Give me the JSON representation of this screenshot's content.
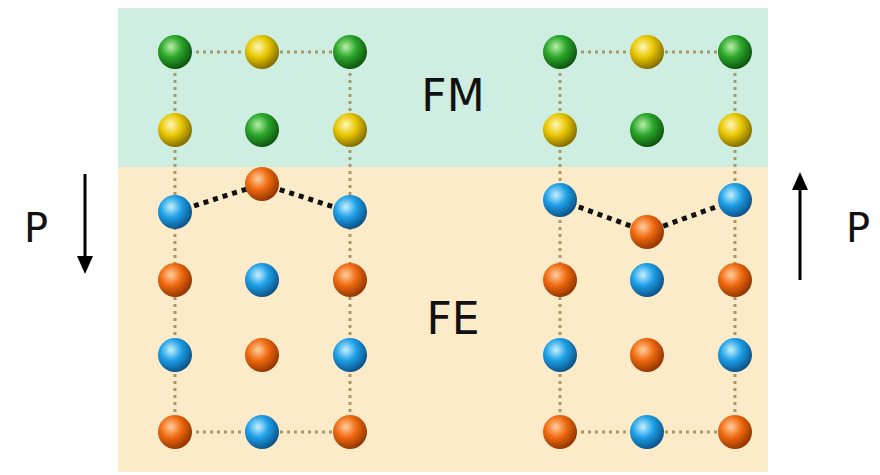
{
  "diagram": {
    "nodes": [
      {
        "text": [
          "FM"
        ]
      },
      {
        "text": [
          "FE"
        ]
      }
    ],
    "labels": [
      "P",
      "P"
    ]
  }
}
